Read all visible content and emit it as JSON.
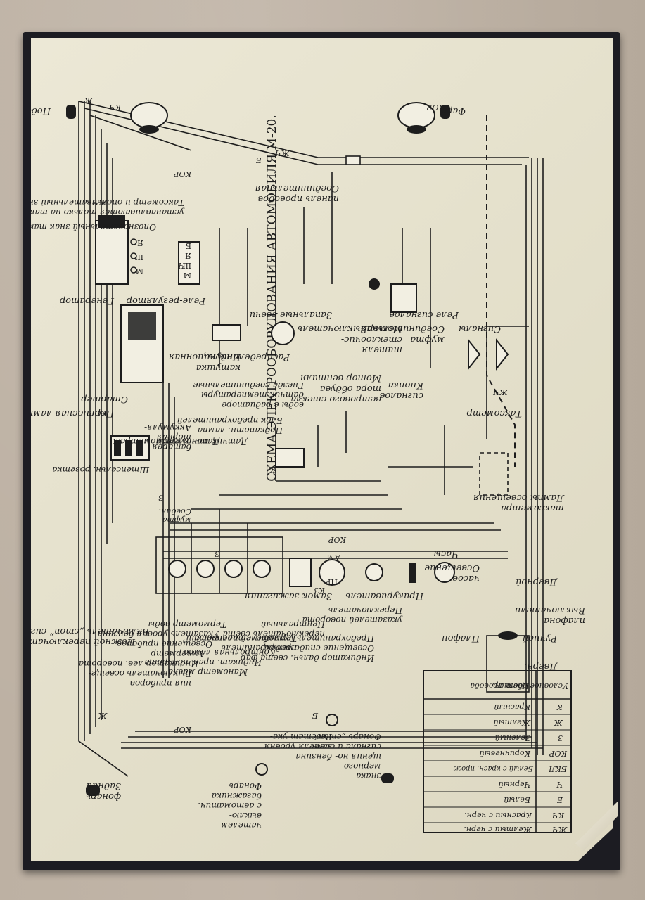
{
  "title": "СХЕМА ЭЛЕКТРООБОРУДОВАНИЯ АВТОМОБИЛЯ М-20.",
  "components": {
    "podfarnik_top": "Подфарник",
    "fara": "Фара",
    "soedinitelnaya_panel_1": "Соединительная",
    "soedinitelnaya_panel_2": "панель проводов",
    "taksometr_note_1": "Таксометр и опознавательный знак",
    "taksometr_note_2": "устанавливаются только на такси",
    "opoznavatelny_znak": "Опознавательный знак такси",
    "generator": "Генератор",
    "rele_regulyator": "Реле-регулятор",
    "induktsionnaya_1": "Индукционная",
    "induktsionnaya_2": "катушка",
    "raspredelitel": "Распределитель",
    "zapalnye_svechi": "Запальные свечи",
    "motor_steklo_1": "Мотор",
    "motor_steklo_2": "стеклоочис-",
    "motor_steklo_3": "тителя",
    "vyklyuchatel": "Выключатель",
    "rele_signalov": "Реле сигналов",
    "soed_mufta_1": "Соединительная",
    "soed_mufta_2": "муфта",
    "signaly": "Сигналы",
    "taksometr": "Таксометр",
    "knopka_signalov_1": "Кнопка",
    "knopka_signalov_2": "сигналов",
    "motor_ventil_1": "Мотор вентиля-",
    "motor_ventil_2": "тора обдува",
    "motor_ventil_3": "ветрового стекла",
    "gnezda_1": "Гнезда соединительные",
    "gnezda_2": "датчик температуры",
    "gnezda_3": "воды в радиаторе",
    "blok_pred_1": "Блок предохранителей",
    "blok_pred_2": "Подкапотн. лампа",
    "datchik_manometra": "Датчик манометра",
    "datchik_termometra": "Датчик термометра",
    "starter": "Стартер",
    "perenosnaya_lampa": "Переносная лампа",
    "shtepseln_rozetka": "Штепсельн. розетка",
    "akkum_1": "Аккумуля-",
    "akkum_2": "торная",
    "akkum_3": "батарея",
    "soed_mufta_small_1": "Соедин.",
    "soed_mufta_small_2": "муфта",
    "lampy_osv_1": "Лампы освещения",
    "lampy_osv_2": "таксометра",
    "vyklyuchateli_plafona_1": "Выключатели",
    "vyklyuchateli_plafona_2": "плафона",
    "dvernoi": "Дверной",
    "ruchnoi": "Ручной",
    "dverp": "Дверн.",
    "plafon": "Плафон",
    "chasy": "Часы",
    "osveshchenie_chasov_1": "Освещение",
    "osveshchenie_chasov_2": "часов",
    "prikurivatel": "Прикуриватель",
    "pereklyuchatel_1": "Переключатель",
    "pereklyuchatel_2": "указателей поворота",
    "predohr_1": "Предохранитель указателей поворота",
    "predohr_2": "Освещение спидометра",
    "predohr_3": "Индикатор дальн. света фар",
    "zamok": "Замок зажигания",
    "centr_pereklyuchatel_1": "Центральный",
    "centr_pereklyuchatel_2": "переключатель света",
    "termobimetall_1": "Термобиметаллический",
    "termobimetall_2": "предохранитель",
    "kontrolnaya_lampa": "Контрольная лампа",
    "indikat_povorota": "Индикат. прав. поворота",
    "manometr": "Манометр масла",
    "termometr_vody": "Термометр воды",
    "ukazatel_benzina": "Указатель уровня бензина",
    "osv_priborov": "Освещение приборов",
    "ampermetr": "Амперметр",
    "indikator_lev": "Индикатор лев. поворота",
    "vykl_osveshcheniya_1": "Выключатель освеще-",
    "vykl_osveshcheniya_2": "ния приборов",
    "vykl_stop": "Включатель „стоп” сигнала",
    "nozhnoy": "Ножной переключатель света",
    "zadniy_1": "Задний",
    "zadniy_2": "фонарь",
    "fonar_bagazh_1": "Фонарь",
    "fonar_bagazh_2": "багажника",
    "fonar_bagazh_3": "с автоматич.",
    "fonar_bagazh_4": "выклю-",
    "fonar_bagazh_5": "чателем",
    "reostat_1": "Реостат ука-",
    "reostat_2": "зателя уровня",
    "reostat_3": "бензина",
    "fonar_stop_1": "Фонарь „стоп”",
    "fonar_stop_2": "сигнала и осве-",
    "fonar_stop_3": "щения но-",
    "fonar_stop_4": "мерного",
    "fonar_stop_5": "знака"
  },
  "wire_labels": [
    "Ж",
    "КЧ",
    "КОР",
    "Ч",
    "Б",
    "З",
    "К",
    "ЖЧ",
    "БКЛ"
  ],
  "terminals": {
    "gen": [
      "М",
      "Ш",
      "Я"
    ],
    "rele": [
      "М",
      "Ш",
      "Я",
      "Б"
    ],
    "zamok": [
      "АМ",
      "КЗ",
      "ПР"
    ]
  },
  "legend": {
    "header_code": "Условное обознач.",
    "header_color": "Цвет провода",
    "rows": [
      {
        "code": "К",
        "color": "Красный"
      },
      {
        "code": "Ж",
        "color": "Желтый"
      },
      {
        "code": "З",
        "color": "Зеленый"
      },
      {
        "code": "КОР",
        "color": "Коричневый"
      },
      {
        "code": "БКЛ",
        "color": "Белый с красн. прож"
      },
      {
        "code": "Ч",
        "color": "Черный"
      },
      {
        "code": "Б",
        "color": "Белый"
      },
      {
        "code": "КЧ",
        "color": "Красный с черн."
      },
      {
        "code": "ЖЧ",
        "color": "Желтый с черн."
      }
    ]
  },
  "colors": {
    "paper": "#e8e4d0",
    "ink": "#1d1d1d",
    "board": "#1c1c22",
    "background": "#bdb1a3"
  }
}
